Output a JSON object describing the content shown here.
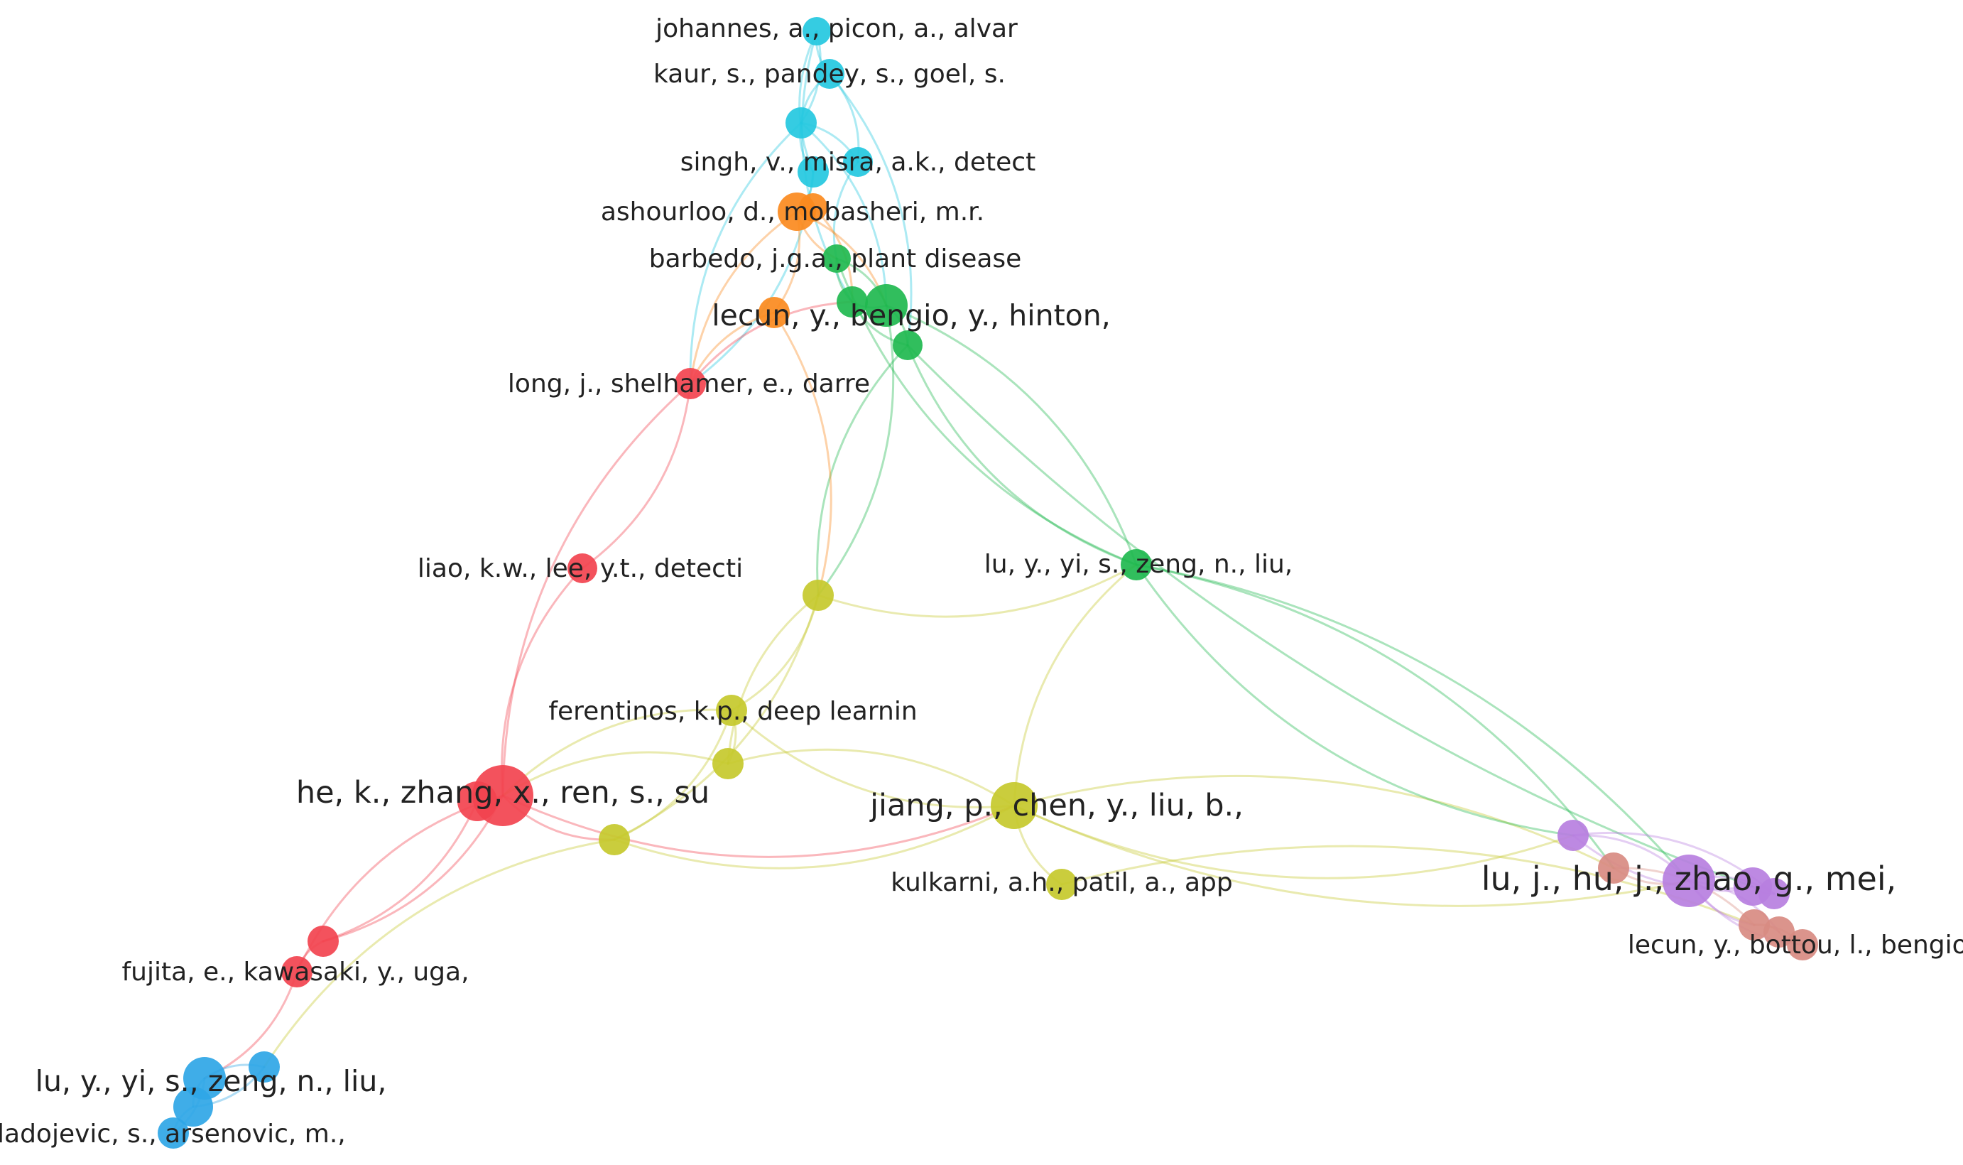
{
  "diagram": {
    "type": "co-citation-network",
    "clusters": {
      "red": "#f2434f",
      "green": "#1fb84f",
      "blue": "#2fa6e6",
      "yellow": "#c5c92c",
      "purple": "#b77fe0",
      "cyan": "#24c8e0",
      "orange": "#fb8a1e",
      "brown": "#d88b82"
    },
    "nodes": [
      {
        "id": "johannes",
        "label": "johannes, a., picon, a., alvar",
        "cluster": "cyan"
      },
      {
        "id": "kaur",
        "label": "kaur, s., pandey, s., goel, s.",
        "cluster": "cyan"
      },
      {
        "id": "cyan3",
        "label": "",
        "cluster": "cyan"
      },
      {
        "id": "singh",
        "label": "singh, v., misra, a.k., detect",
        "cluster": "cyan"
      },
      {
        "id": "cyan5",
        "label": "",
        "cluster": "cyan"
      },
      {
        "id": "ashourloo",
        "label": "ashourloo, d., mobasheri, m.r.",
        "cluster": "orange"
      },
      {
        "id": "orange2",
        "label": "",
        "cluster": "orange"
      },
      {
        "id": "barbedo",
        "label": "barbedo, j.g.a., plant disease",
        "cluster": "green"
      },
      {
        "id": "lecun_hinton",
        "label": "lecun, y., bengio, y., hinton,",
        "cluster": "green"
      },
      {
        "id": "green3",
        "label": "",
        "cluster": "green"
      },
      {
        "id": "green4",
        "label": "",
        "cluster": "green"
      },
      {
        "id": "orange3",
        "label": "",
        "cluster": "orange"
      },
      {
        "id": "long",
        "label": "long, j., shelhamer, e., darre",
        "cluster": "red"
      },
      {
        "id": "lu_green",
        "label": "lu, y., yi, s., zeng, n., liu,",
        "cluster": "green"
      },
      {
        "id": "liao",
        "label": "liao, k.w., lee, y.t., detecti",
        "cluster": "red"
      },
      {
        "id": "yellow_top",
        "label": "",
        "cluster": "yellow"
      },
      {
        "id": "ferentinos",
        "label": "ferentinos, k.p., deep learnin",
        "cluster": "yellow"
      },
      {
        "id": "yellow_mid",
        "label": "",
        "cluster": "yellow"
      },
      {
        "id": "he",
        "label": "he, k., zhang, x., ren, s., su",
        "cluster": "red"
      },
      {
        "id": "red_he2",
        "label": "",
        "cluster": "red"
      },
      {
        "id": "jiang",
        "label": "jiang, p., chen, y., liu, b.,",
        "cluster": "yellow"
      },
      {
        "id": "yellow_left",
        "label": "",
        "cluster": "yellow"
      },
      {
        "id": "kulkarni",
        "label": "kulkarni, a.h., patil, a., app",
        "cluster": "yellow"
      },
      {
        "id": "red_low",
        "label": "",
        "cluster": "red"
      },
      {
        "id": "fujita",
        "label": "fujita, e., kawasaki, y., uga,",
        "cluster": "red"
      },
      {
        "id": "blue1",
        "label": "",
        "cluster": "blue"
      },
      {
        "id": "lu_blue",
        "label": "lu, y., yi, s., zeng, n., liu,",
        "cluster": "blue"
      },
      {
        "id": "blue3",
        "label": "",
        "cluster": "blue"
      },
      {
        "id": "sladojevic",
        "label": "sladojevic, s., arsenovic, m.,",
        "cluster": "blue"
      },
      {
        "id": "purple1",
        "label": "",
        "cluster": "purple"
      },
      {
        "id": "brown1",
        "label": "",
        "cluster": "brown"
      },
      {
        "id": "lu_jhu",
        "label": "lu, j., hu, j., zhao, g., mei,",
        "cluster": "purple"
      },
      {
        "id": "purple3",
        "label": "",
        "cluster": "purple"
      },
      {
        "id": "purple4",
        "label": "",
        "cluster": "purple"
      },
      {
        "id": "brown2",
        "label": "",
        "cluster": "brown"
      },
      {
        "id": "brown3",
        "label": "",
        "cluster": "brown"
      },
      {
        "id": "lecun_bottou",
        "label": "lecun, y., bottou, l., bengio,",
        "cluster": "brown"
      }
    ],
    "edges": [
      [
        "johannes",
        "kaur"
      ],
      [
        "johannes",
        "cyan3"
      ],
      [
        "kaur",
        "cyan3"
      ],
      [
        "cyan3",
        "singh"
      ],
      [
        "cyan3",
        "cyan5"
      ],
      [
        "kaur",
        "singh"
      ],
      [
        "johannes",
        "cyan5"
      ],
      [
        "cyan5",
        "ashourloo"
      ],
      [
        "singh",
        "barbedo"
      ],
      [
        "cyan3",
        "lecun_hinton"
      ],
      [
        "johannes",
        "green3"
      ],
      [
        "kaur",
        "green4"
      ],
      [
        "cyan3",
        "long"
      ],
      [
        "cyan5",
        "long"
      ],
      [
        "ashourloo",
        "orange2"
      ],
      [
        "ashourloo",
        "orange3"
      ],
      [
        "ashourloo",
        "barbedo"
      ],
      [
        "ashourloo",
        "lecun_hinton"
      ],
      [
        "ashourloo",
        "long"
      ],
      [
        "orange2",
        "green3"
      ],
      [
        "orange3",
        "long"
      ],
      [
        "barbedo",
        "lecun_hinton"
      ],
      [
        "barbedo",
        "green3"
      ],
      [
        "lecun_hinton",
        "green3"
      ],
      [
        "green3",
        "green4"
      ],
      [
        "lecun_hinton",
        "green4"
      ],
      [
        "barbedo",
        "lu_green"
      ],
      [
        "lecun_hinton",
        "lu_green"
      ],
      [
        "green4",
        "lu_green"
      ],
      [
        "long",
        "liao"
      ],
      [
        "long",
        "he"
      ],
      [
        "long",
        "green3"
      ],
      [
        "liao",
        "he"
      ],
      [
        "lecun_hinton",
        "yellow_top"
      ],
      [
        "green4",
        "yellow_top"
      ],
      [
        "orange3",
        "yellow_top"
      ],
      [
        "yellow_top",
        "lu_green"
      ],
      [
        "yellow_top",
        "ferentinos"
      ],
      [
        "yellow_top",
        "yellow_mid"
      ],
      [
        "yellow_top",
        "yellow_left"
      ],
      [
        "ferentinos",
        "he"
      ],
      [
        "ferentinos",
        "yellow_mid"
      ],
      [
        "ferentinos",
        "jiang"
      ],
      [
        "ferentinos",
        "yellow_left"
      ],
      [
        "yellow_mid",
        "he"
      ],
      [
        "yellow_mid",
        "jiang"
      ],
      [
        "he",
        "jiang"
      ],
      [
        "he",
        "red_he2"
      ],
      [
        "he",
        "yellow_left"
      ],
      [
        "jiang",
        "lu_green"
      ],
      [
        "jiang",
        "kulkarni"
      ],
      [
        "jiang",
        "yellow_left"
      ],
      [
        "jiang",
        "lu_jhu"
      ],
      [
        "jiang",
        "brown1"
      ],
      [
        "jiang",
        "purple1"
      ],
      [
        "kulkarni",
        "brown2"
      ],
      [
        "yellow_left",
        "blue1"
      ],
      [
        "he",
        "red_low"
      ],
      [
        "he",
        "fujita"
      ],
      [
        "red_he2",
        "red_low"
      ],
      [
        "red_low",
        "fujita"
      ],
      [
        "fujita",
        "lu_blue"
      ],
      [
        "blue1",
        "lu_blue"
      ],
      [
        "blue1",
        "blue3"
      ],
      [
        "lu_blue",
        "blue3"
      ],
      [
        "lu_blue",
        "sladojevic"
      ],
      [
        "blue3",
        "sladojevic"
      ],
      [
        "lu_green",
        "lu_jhu"
      ],
      [
        "lu_green",
        "purple1"
      ],
      [
        "lu_green",
        "brown1"
      ],
      [
        "green4",
        "purple3"
      ],
      [
        "purple1",
        "lu_jhu"
      ],
      [
        "purple1",
        "purple3"
      ],
      [
        "purple1",
        "purple4"
      ],
      [
        "brown1",
        "lu_jhu"
      ],
      [
        "brown1",
        "brown2"
      ],
      [
        "lu_jhu",
        "purple3"
      ],
      [
        "lu_jhu",
        "purple4"
      ],
      [
        "lu_jhu",
        "brown2"
      ],
      [
        "lu_jhu",
        "brown3"
      ],
      [
        "purple3",
        "purple4"
      ],
      [
        "brown2",
        "brown3"
      ],
      [
        "brown3",
        "lecun_bottou"
      ],
      [
        "brown2",
        "lecun_bottou"
      ],
      [
        "lu_jhu",
        "lecun_bottou"
      ]
    ]
  }
}
